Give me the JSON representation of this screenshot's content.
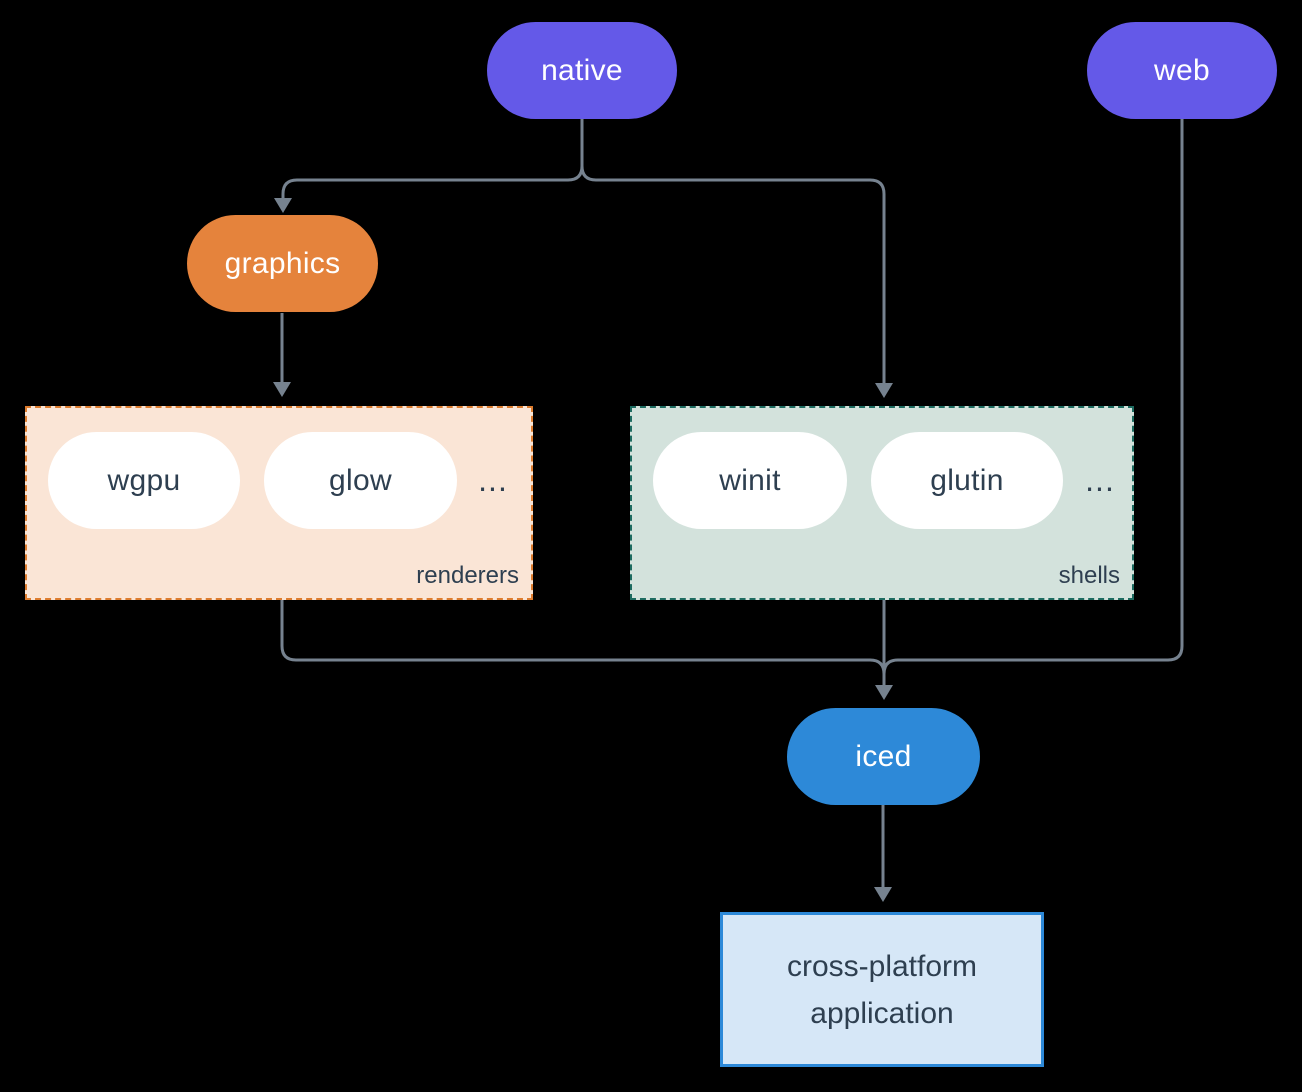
{
  "diagram": {
    "nodes": {
      "native": {
        "label": "native",
        "color": "#6459e8"
      },
      "web": {
        "label": "web",
        "color": "#6459e8"
      },
      "graphics": {
        "label": "graphics",
        "color": "#e5833c"
      },
      "iced": {
        "label": "iced",
        "color": "#2d89d8"
      },
      "application": {
        "label": "cross-platform application",
        "fill": "#d6e7f7",
        "border": "#2d89d8"
      }
    },
    "groups": {
      "renderers": {
        "label": "renderers",
        "items": [
          "wgpu",
          "glow"
        ],
        "ellipsis": "...",
        "fill": "#fae5d6",
        "border": "#dd7c2e"
      },
      "shells": {
        "label": "shells",
        "items": [
          "winit",
          "glutin"
        ],
        "ellipsis": "...",
        "fill": "#d3e2dc",
        "border": "#1d6b60"
      }
    },
    "edges": [
      {
        "from": "native",
        "to": "graphics"
      },
      {
        "from": "native",
        "to": "shells"
      },
      {
        "from": "graphics",
        "to": "renderers"
      },
      {
        "from": "renderers",
        "to": "iced"
      },
      {
        "from": "shells",
        "to": "iced"
      },
      {
        "from": "web",
        "to": "iced"
      },
      {
        "from": "iced",
        "to": "application"
      }
    ],
    "colors": {
      "background": "#000000",
      "connector": "#76828f",
      "pill_text_light": "#ffffff",
      "pill_text_dark": "#2e3f50"
    }
  }
}
